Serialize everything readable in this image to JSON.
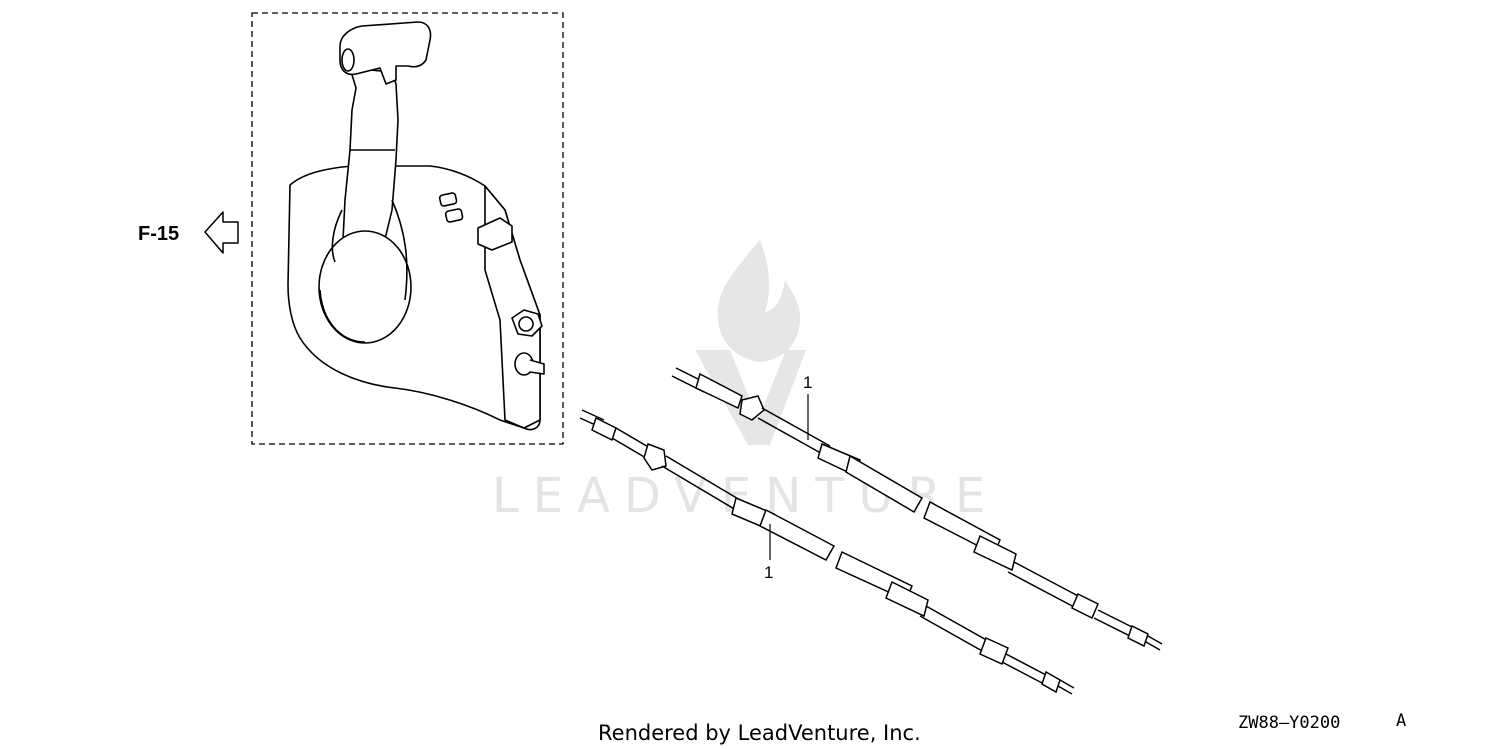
{
  "diagram": {
    "reference_label": "F-15",
    "callouts": [
      "1",
      "1"
    ],
    "watermark_text": "LEADVENTURE",
    "footer_credit": "Rendered by LeadVenture, Inc.",
    "diagram_code": "ZW88—Y0200",
    "diagram_revision": "A",
    "icons": [
      "arrow-left-outline-icon",
      "flame-v-logo-icon"
    ]
  }
}
